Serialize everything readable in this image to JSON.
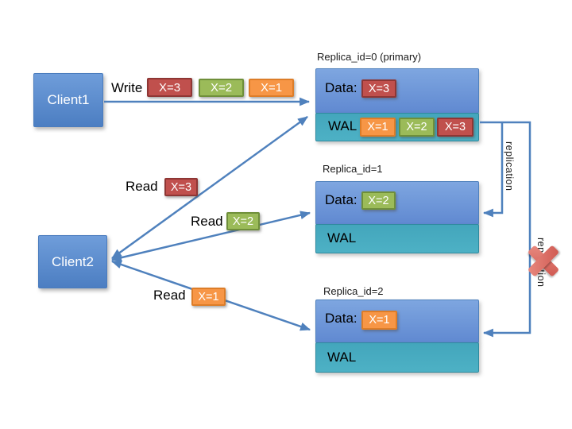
{
  "clients": [
    {
      "label": "Client1"
    },
    {
      "label": "Client2"
    }
  ],
  "write": {
    "label": "Write",
    "chips": [
      {
        "label": "X=3",
        "color": "#c0504d"
      },
      {
        "label": "X=2",
        "color": "#9bbb59"
      },
      {
        "label": "X=1",
        "color": "#f79646"
      }
    ]
  },
  "reads": [
    {
      "label": "Read",
      "chip": {
        "label": "X=3",
        "color": "#c0504d"
      }
    },
    {
      "label": "Read",
      "chip": {
        "label": "X=2",
        "color": "#9bbb59"
      }
    },
    {
      "label": "Read",
      "chip": {
        "label": "X=1",
        "color": "#f79646"
      }
    }
  ],
  "replicas": [
    {
      "title": "Replica_id=0 (primary)",
      "data_label": "Data:",
      "data_chip": {
        "label": "X=3",
        "color": "#c0504d"
      },
      "wal_label": "WAL",
      "wal_chips": [
        {
          "label": "X=1",
          "color": "#f79646"
        },
        {
          "label": "X=2",
          "color": "#9bbb59"
        },
        {
          "label": "X=3",
          "color": "#c0504d"
        }
      ]
    },
    {
      "title": "Replica_id=1",
      "data_label": "Data:",
      "data_chip": {
        "label": "X=2",
        "color": "#9bbb59"
      },
      "wal_label": "WAL",
      "wal_chips": []
    },
    {
      "title": "Replica_id=2",
      "data_label": "Data:",
      "data_chip": {
        "label": "X=1",
        "color": "#f79646"
      },
      "wal_label": "WAL",
      "wal_chips": []
    }
  ],
  "replication": {
    "labels": [
      "replication",
      "replication"
    ]
  },
  "colors": {
    "box_blue_top": "#7ea6e0",
    "box_blue_bottom": "#6089d1",
    "box_border": "#4f81bd",
    "client_blue_top": "#6f9dda",
    "client_blue_bottom": "#4c7ec2",
    "wal_teal": "#4aacbf",
    "wal_border": "#2f8a9e",
    "chip_red": "#c0504d",
    "chip_green": "#9bbb59",
    "chip_orange": "#f79646",
    "arrow_blue": "#4f81bd",
    "broken_x_red": "#db675e"
  }
}
